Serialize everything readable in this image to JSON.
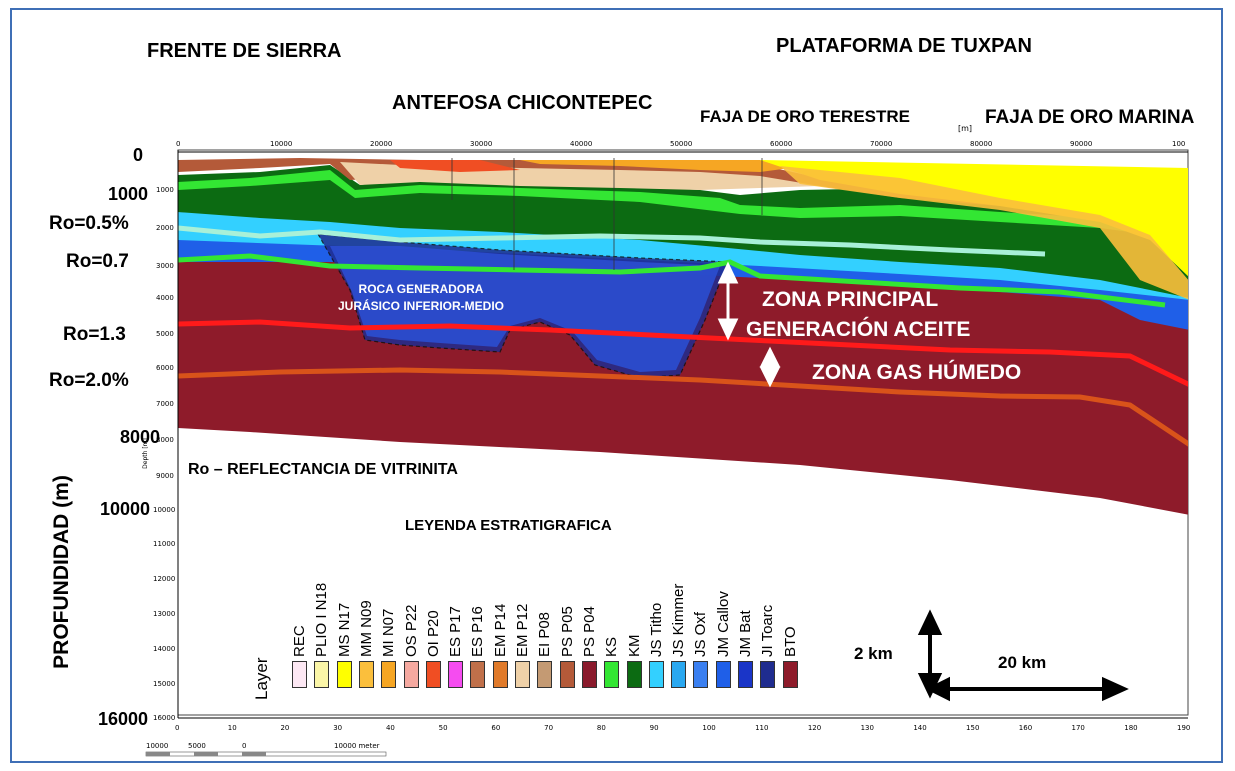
{
  "titles": {
    "frente": "FRENTE DE SIERRA",
    "plataforma": "PLATAFORMA DE TUXPAN",
    "antefosa": "ANTEFOSA CHICONTEPEC",
    "faja_terrestre": "FAJA DE ORO TERESTRE",
    "faja_marina": "FAJA DE ORO MARINA"
  },
  "ro_labels": [
    "Ro=0.5%",
    "Ro=0.7",
    "Ro=1.3",
    "Ro=2.0%"
  ],
  "ro_note": "Ro – REFLECTANCIA DE VITRINITA",
  "roca_generadora": [
    "ROCA GENERADORA",
    "JURÁSICO INFERIOR-MEDIO"
  ],
  "zona_principal": [
    "ZONA PRINCIPAL",
    "GENERACIÓN ACEITE"
  ],
  "zona_gas": "ZONA GAS HÚMEDO",
  "depth_axis": {
    "title": "PROFUNDIDAD (m)",
    "major_labels": [
      "0",
      "1000",
      "8000",
      "10000",
      "16000"
    ],
    "small_ticks": [
      "1000",
      "2000",
      "3000",
      "4000",
      "5000",
      "6000",
      "7000",
      "8000",
      "9000",
      "10000",
      "11000",
      "12000",
      "13000",
      "14000",
      "15000",
      "16000"
    ],
    "inner_label": "Depth [m]"
  },
  "top_axis": {
    "unit": "[m]",
    "ticks": [
      "0",
      "10000",
      "20000",
      "30000",
      "40000",
      "50000",
      "60000",
      "70000",
      "80000",
      "90000",
      "100"
    ]
  },
  "bottom_axis": {
    "ticks": [
      "0",
      "10",
      "20",
      "30",
      "40",
      "50",
      "60",
      "70",
      "80",
      "90",
      "100",
      "110",
      "120",
      "130",
      "140",
      "150",
      "160",
      "170",
      "180",
      "190"
    ],
    "scale_bar": [
      "10000",
      "5000",
      "0",
      "10000 meter"
    ]
  },
  "legend": {
    "title": "LEYENDA ESTRATIGRAFICA",
    "row_label": "Layer",
    "items": [
      {
        "code": "REC",
        "color": "#fde8f4"
      },
      {
        "code": "PLIO  I N18",
        "color": "#fbf6a8"
      },
      {
        "code": "MS  N17",
        "color": "#ffff00"
      },
      {
        "code": "MM  N09",
        "color": "#fbbf3c"
      },
      {
        "code": "MI  N07",
        "color": "#f6a623"
      },
      {
        "code": "OS  P22",
        "color": "#f5a9a0"
      },
      {
        "code": "OI  P20",
        "color": "#f04e23"
      },
      {
        "code": "ES  P17",
        "color": "#f54cf0"
      },
      {
        "code": "ES  P16",
        "color": "#c0704a"
      },
      {
        "code": "EM  P14",
        "color": "#e07a2a"
      },
      {
        "code": "EM  P12",
        "color": "#efd1a8"
      },
      {
        "code": "EI  P08",
        "color": "#c49a73"
      },
      {
        "code": "PS  P05",
        "color": "#b45a39"
      },
      {
        "code": "PS  P04",
        "color": "#8a1a2c"
      },
      {
        "code": "KS",
        "color": "#33e633"
      },
      {
        "code": "KM",
        "color": "#0c6b12"
      },
      {
        "code": "JS  Titho",
        "color": "#33d0ff"
      },
      {
        "code": "JS  Kimmer",
        "color": "#2aa8f0"
      },
      {
        "code": "JS  Oxf",
        "color": "#3a7ff0"
      },
      {
        "code": "JM  Callov",
        "color": "#1f5fe8"
      },
      {
        "code": "JM  Bat",
        "color": "#1a35c8"
      },
      {
        "code": "JI  Toarc",
        "color": "#1f2c8f"
      },
      {
        "code": "BTO",
        "color": "#8e1b2a"
      }
    ]
  },
  "scale": {
    "vertical": "2 km",
    "horizontal": "20 km"
  },
  "colors": {
    "ro05_line": "#a8f0d8",
    "ro07_line": "#33e633",
    "ro13_line": "#ff1a1a",
    "ro20_line": "#d9531a",
    "basement": "#8e1b2a",
    "frame": "#3f6fb6"
  }
}
